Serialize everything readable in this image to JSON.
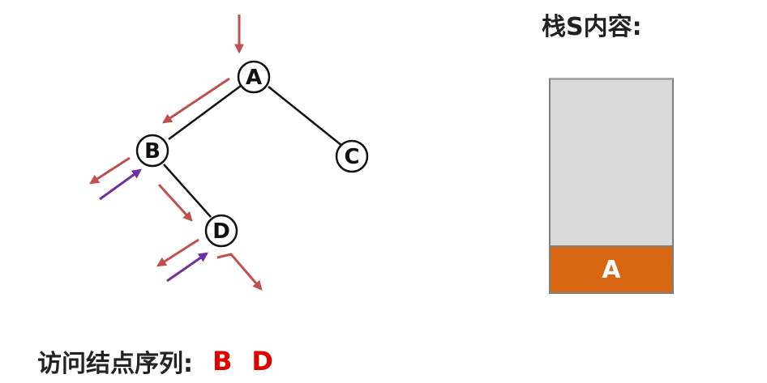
{
  "tree": {
    "nodes": [
      {
        "id": "A",
        "label": "A"
      },
      {
        "id": "B",
        "label": "B"
      },
      {
        "id": "C",
        "label": "C"
      },
      {
        "id": "D",
        "label": "D"
      }
    ]
  },
  "stack": {
    "title": "栈S内容:",
    "items": [
      "A"
    ]
  },
  "visit": {
    "label": "访问结点序列:",
    "sequence": [
      "B",
      "D"
    ]
  },
  "colors": {
    "descend_arrow": "#c0504d",
    "return_arrow": "#7030a0",
    "stack_item": "#d86613",
    "stack_background": "#d9d9d9",
    "visited_text": "#e00000"
  }
}
